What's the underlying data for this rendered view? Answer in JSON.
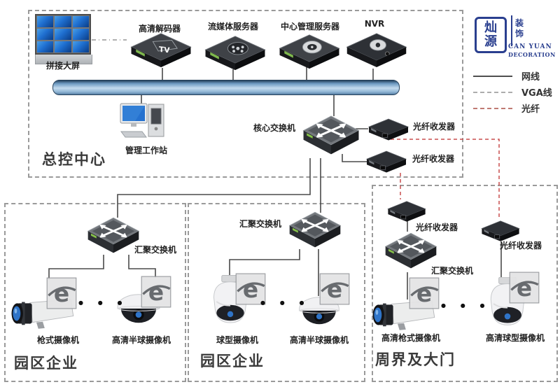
{
  "logo": {
    "seal_top": "灿",
    "seal_bottom": "源",
    "side_top": "装",
    "side_bottom": "饰",
    "en1": "CAN YUAN",
    "en2": "DECORATION"
  },
  "legend": {
    "lan": "网线",
    "vga": "VGA线",
    "fiber": "光纤"
  },
  "control_center": {
    "title": "总控中心",
    "video_wall": "拼接大屏",
    "decoder": "高清解码器",
    "stream_server": "流媒体服务器",
    "mgmt_server": "中心管理服务器",
    "nvr": "NVR",
    "workstation": "管理工作站",
    "core_switch": "核心交换机",
    "transceiver1": "光纤收发器",
    "transceiver2": "光纤收发器"
  },
  "zone1": {
    "title": "园区企业",
    "switch": "汇聚交换机",
    "camera1": "枪式摄像机",
    "camera2": "高清半球摄像机",
    "dots": "● ● ●"
  },
  "zone2": {
    "title": "园区企业",
    "switch": "汇聚交换机",
    "camera1": "球型摄像机",
    "camera2": "高清半球摄像机",
    "dots": "● ● ●"
  },
  "zone3": {
    "title": "周界及大门",
    "switch": "汇聚交换机",
    "transceiver1": "光纤收发器",
    "transceiver2": "光纤收发器",
    "camera1": "高清枪式摄像机",
    "camera2": "高清球型摄像机",
    "dots": "● ● ●"
  },
  "colors": {
    "lan_line": "#4a4a4a",
    "vga_line": "#b0b0b0",
    "fiber_line": "#c94f4f",
    "logo_navy": "#2a3f8f",
    "bus_blue": "#8fb4d4"
  }
}
